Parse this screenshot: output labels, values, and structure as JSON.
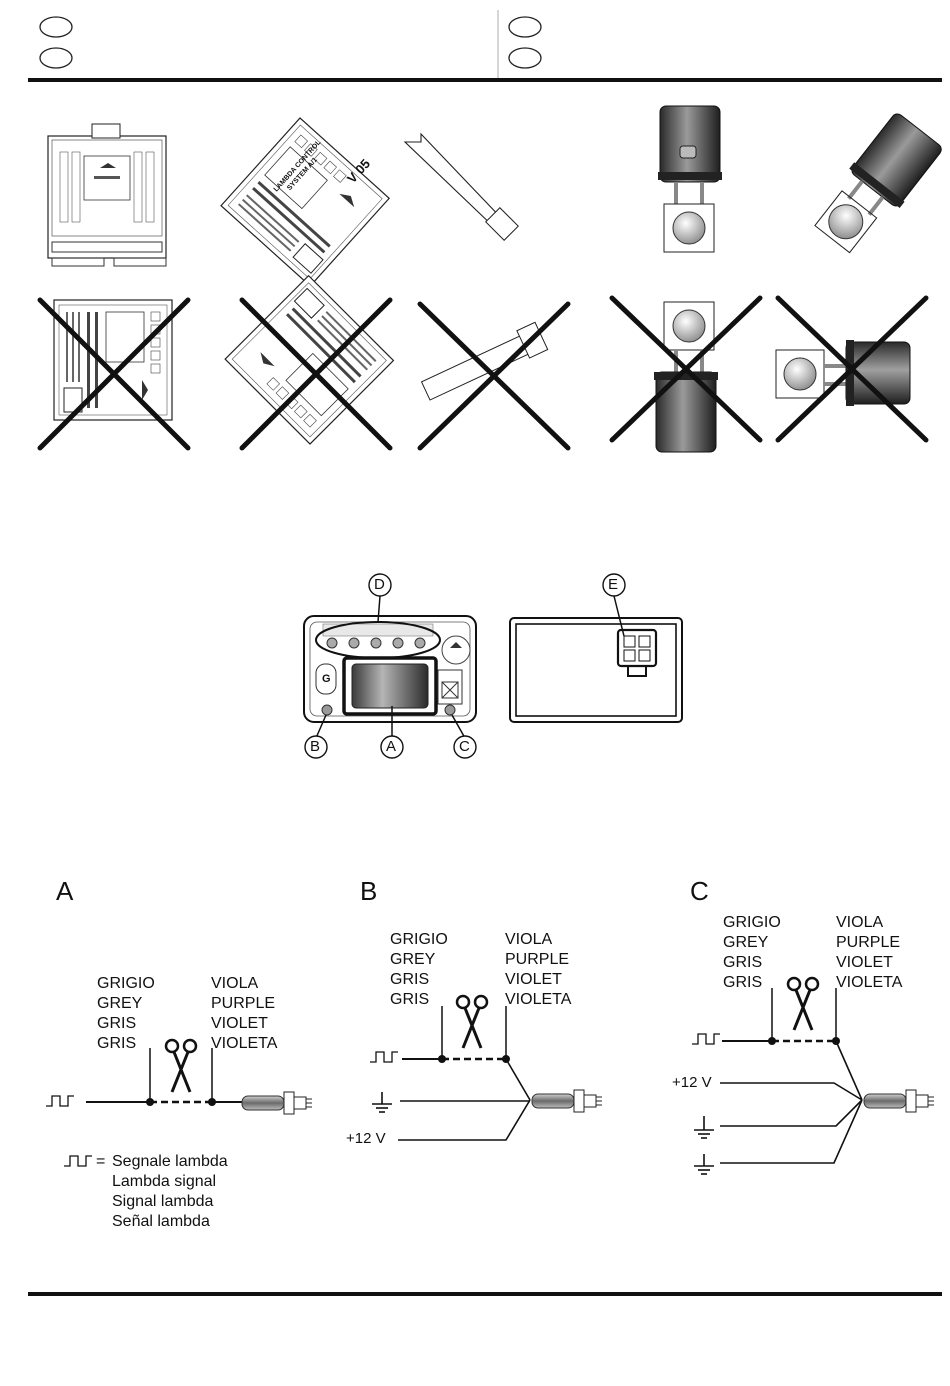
{
  "callouts": {
    "a": "A",
    "b": "B",
    "c": "C",
    "d": "D",
    "e": "E",
    "g": "G"
  },
  "panels": {
    "a": {
      "title": "A",
      "left_wire": [
        "GRIGIO",
        "GREY",
        "GRIS",
        "GRIS"
      ],
      "right_wire": [
        "VIOLA",
        "PURPLE",
        "VIOLET",
        "VIOLETA"
      ]
    },
    "b": {
      "title": "B",
      "left_wire": [
        "GRIGIO",
        "GREY",
        "GRIS",
        "GRIS"
      ],
      "right_wire": [
        "VIOLA",
        "PURPLE",
        "VIOLET",
        "VIOLETA"
      ],
      "supply": "+12 V"
    },
    "c": {
      "title": "C",
      "left_wire": [
        "GRIGIO",
        "GREY",
        "GRIS",
        "GRIS"
      ],
      "right_wire": [
        "VIOLA",
        "PURPLE",
        "VIOLET",
        "VIOLETA"
      ],
      "supply": "+12 V"
    }
  },
  "legend": {
    "equals": "=",
    "lines": [
      "Segnale lambda",
      "Lambda signal",
      "Signal lambda",
      "Señal lambda"
    ]
  },
  "ecu_label": {
    "line1": "LAMBDA CONTROL",
    "line2": "SYSTEM A/1",
    "version": "V 05"
  }
}
